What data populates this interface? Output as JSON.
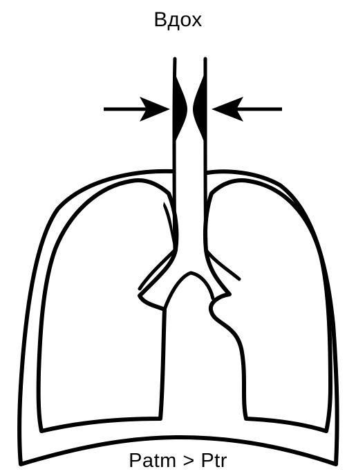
{
  "title": "Вдох",
  "relation": "Patm > Ptr",
  "colors": {
    "ink": "#000000",
    "paper": "#ffffff"
  },
  "icons": {
    "left_pressure_arrow": "arrow-right",
    "right_pressure_arrow": "arrow-left"
  }
}
